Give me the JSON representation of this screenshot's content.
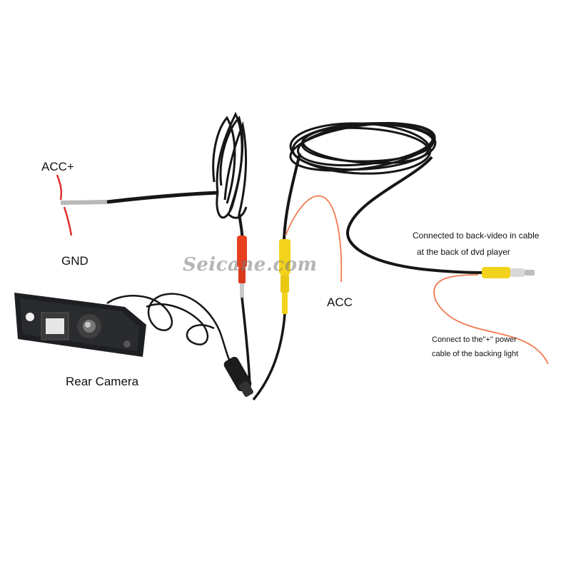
{
  "labels": {
    "acc_plus": "ACC+",
    "gnd": "GND",
    "acc": "ACC",
    "rear_camera": "Rear Camera",
    "back_video_line1": "Connected to back-video in cable",
    "back_video_line2": "at the back of dvd player",
    "power_line1": "Connect to the\"+\" power",
    "power_line2": "cable of the backing light"
  },
  "watermark": "Seicane.com",
  "colors": {
    "cable": "#161616",
    "red_wire": "#e03030",
    "orange_wire": "#f07a50",
    "rca_red": "#e8401f",
    "rca_yellow": "#f2d21a",
    "camera_body": "#1e1f22"
  }
}
